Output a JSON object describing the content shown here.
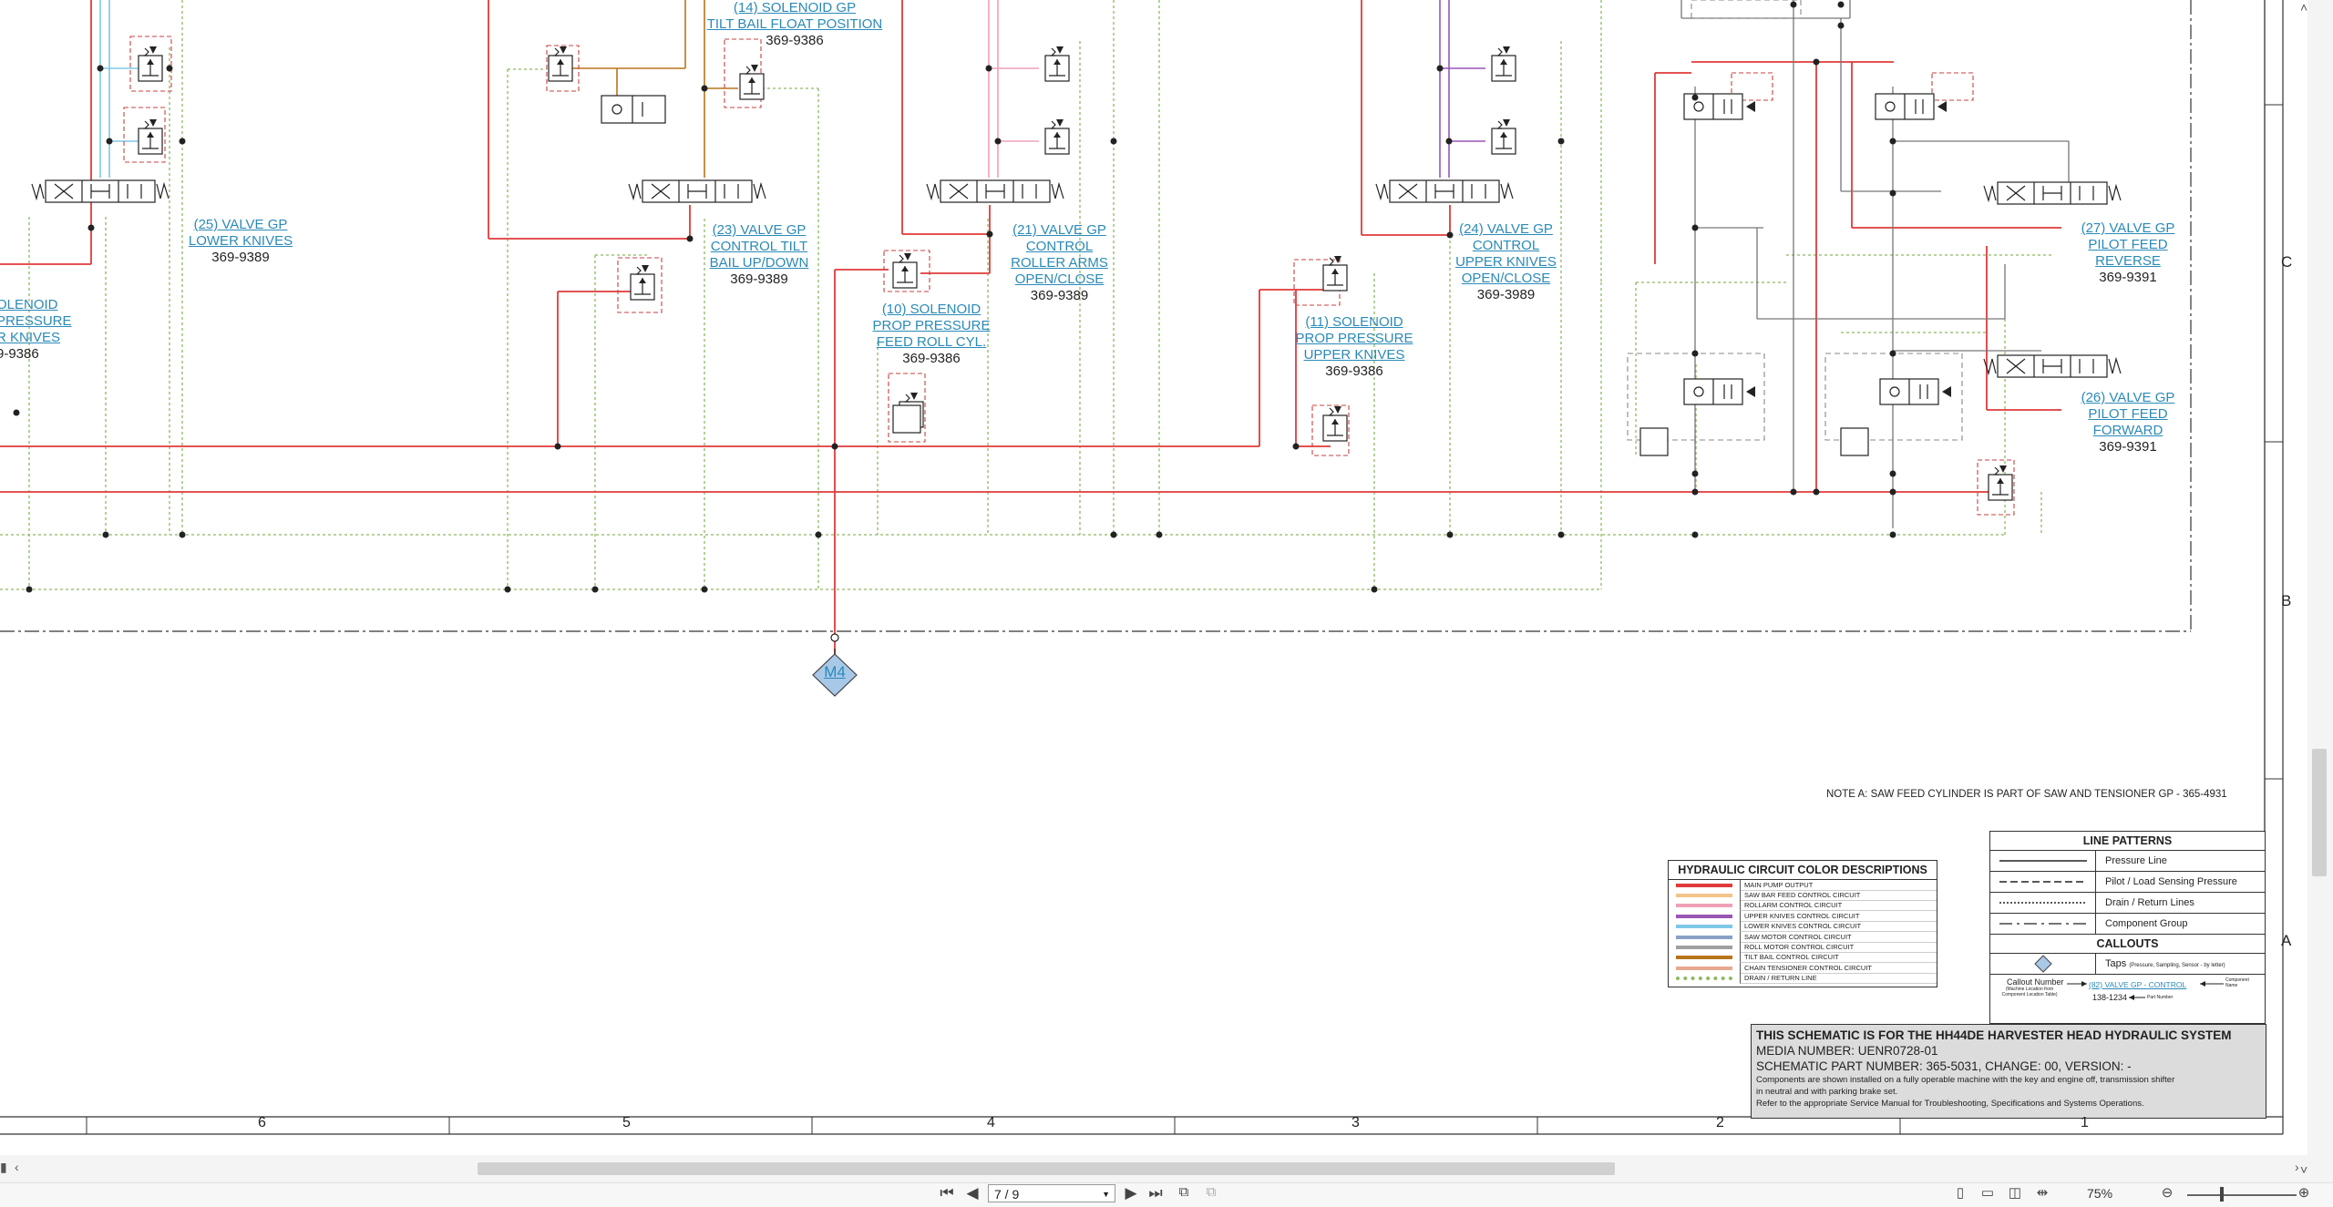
{
  "callouts": [
    {
      "id": "c14",
      "label": "(14) SOLENOID GP\nTILT BAIL FLOAT POSITION",
      "part": "369-9386"
    },
    {
      "id": "c25",
      "label": "(25) VALVE GP\nLOWER KNIVES",
      "part": "369-9389"
    },
    {
      "id": "c23",
      "label": "(23) VALVE GP\nCONTROL TILT\nBAIL UP/DOWN",
      "part": "369-9389"
    },
    {
      "id": "c21",
      "label": "(21) VALVE GP\nCONTROL\nROLLER ARMS\nOPEN/CLOSE",
      "part": "369-9389"
    },
    {
      "id": "c10",
      "label": "(10) SOLENOID\nPROP PRESSURE\nFEED ROLL CYL.",
      "part": "369-9386"
    },
    {
      "id": "c24",
      "label": "(24) VALVE GP\nCONTROL\nUPPER KNIVES\nOPEN/CLOSE",
      "part": "369-3989"
    },
    {
      "id": "c11",
      "label": "(11) SOLENOID\nPROP PRESSURE\nUPPER KNIVES",
      "part": "369-9386"
    },
    {
      "id": "c27",
      "label": "(27) VALVE GP\nPILOT FEED\nREVERSE",
      "part": "369-9391"
    },
    {
      "id": "c26",
      "label": "(26) VALVE GP\nPILOT FEED\nFORWARD",
      "part": "369-9391"
    },
    {
      "id": "cleft",
      "label": "OLENOID\nPRESSURE\nR KNIVES",
      "part": "9-9386"
    }
  ],
  "tap": {
    "label": "M4"
  },
  "note": "NOTE A: SAW FEED CYLINDER IS PART OF SAW AND TENSIONER GP - 365-4931",
  "color_legend": {
    "title": "HYDRAULIC CIRCUIT COLOR DESCRIPTIONS",
    "rows": [
      {
        "color": "#e03a3a",
        "label": "MAIN PUMP OUTPUT"
      },
      {
        "color": "#f2c48a",
        "label": "SAW BAR FEED CONTROL CIRCUIT"
      },
      {
        "color": "#f0a0b8",
        "label": "ROLLARM CONTROL CIRCUIT"
      },
      {
        "color": "#9a55b5",
        "label": "UPPER KNIVES  CONTROL CIRCUIT"
      },
      {
        "color": "#7ec8e8",
        "label": "LOWER KNIVES CONTROL CIRCUIT"
      },
      {
        "color": "#8aa0c8",
        "label": "SAW MOTOR CONTROL CIRCUIT"
      },
      {
        "color": "#a0a0a0",
        "label": "ROLL MOTOR CONTROL CIRCUIT"
      },
      {
        "color": "#b8741a",
        "label": "TILT BAIL CONTROL CIRCUIT"
      },
      {
        "color": "#e8a890",
        "label": "CHAIN TENSIONER CONTROL CIRCUIT"
      },
      {
        "color": "#8db860",
        "label": "DRAIN / RETURN LINE"
      }
    ]
  },
  "line_patterns": {
    "title": "LINE PATTERNS",
    "rows": [
      {
        "style": "solid",
        "label": "Pressure Line"
      },
      {
        "style": "dashed",
        "label": "Pilot / Load Sensing Pressure"
      },
      {
        "style": "dotted",
        "label": "Drain / Return Lines"
      },
      {
        "style": "dashdot",
        "label": "Component Group"
      }
    ],
    "callouts_title": "CALLOUTS",
    "taps_label": "Taps",
    "taps_sub": "(Pressure, Sampling, Sensor - by letter)",
    "callout_number": "Callout Number",
    "callout_number_sub": "(Machine Location from Component Location Table)",
    "example_callout": "(82) VALVE GP - CONTROL",
    "component_name": "Component Name",
    "example_part": "138-1234",
    "part_number": "Part Number"
  },
  "title_block": {
    "line1": "THIS SCHEMATIC IS FOR THE HH44DE HARVESTER HEAD HYDRAULIC SYSTEM",
    "line2": "MEDIA NUMBER: UENR0728-01",
    "line3": "SCHEMATIC PART NUMBER: 365-5031, CHANGE: 00, VERSION: -",
    "line4": "Components are shown installed on a fully operable machine with the key and engine off, transmission shifter",
    "line5": "in neutral and with parking brake set.",
    "line6": "Refer to the appropriate Service Manual for Troubleshooting, Specifications and Systems Operations."
  },
  "zones": [
    "6",
    "5",
    "4",
    "3",
    "2",
    "1"
  ],
  "side_letters": [
    "C",
    "B",
    "A"
  ],
  "toolbar": {
    "page": "7 / 9",
    "zoom": "75%",
    "first_icon": "first-page-icon",
    "prev_icon": "prev-page-icon",
    "next_icon": "next-page-icon",
    "last_icon": "last-page-icon"
  },
  "colors": {
    "red": "#e03a3a",
    "drain": "#8db860",
    "gray": "#8a8a8a",
    "brown": "#b8741a",
    "pink": "#f0a0b8",
    "purple": "#9a55b5",
    "blue": "#7ec8e8",
    "link": "#2a8ab8"
  }
}
